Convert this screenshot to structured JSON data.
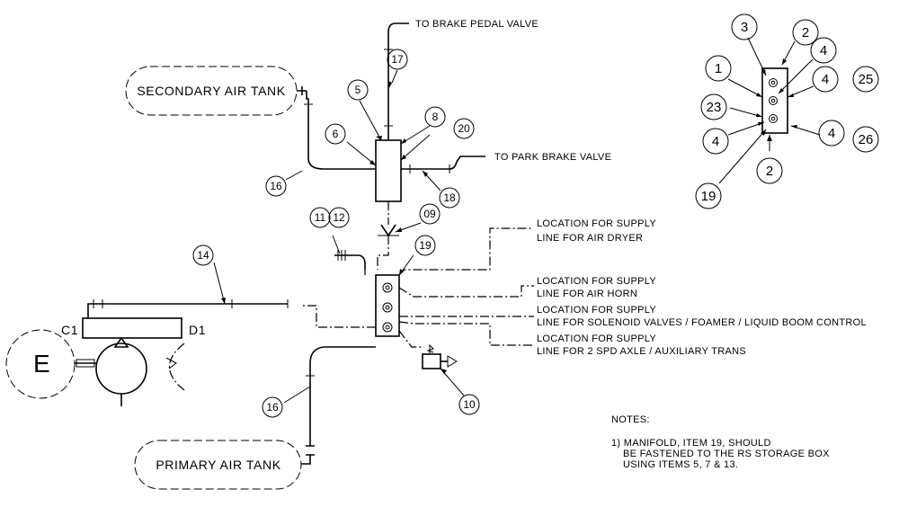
{
  "tanks": {
    "secondary": "SECONDARY AIR TANK",
    "primary": "PRIMARY AIR TANK"
  },
  "destinations": {
    "brake_pedal": "TO BRAKE PEDAL VALVE",
    "park_brake": "TO PARK BRAKE VALVE"
  },
  "supply_locations": [
    {
      "line1": "LOCATION FOR SUPPLY",
      "line2": "LINE FOR AIR DRYER"
    },
    {
      "line1": "LOCATION FOR SUPPLY",
      "line2": "LINE FOR AIR HORN"
    },
    {
      "line1": "LOCATION FOR SUPPLY",
      "line2": "LINE FOR SOLENOID VALVES / FOAMER / LIQUID BOOM CONTROL"
    },
    {
      "line1": "LOCATION FOR SUPPLY",
      "line2": "LINE FOR 2 SPD AXLE / AUXILIARY TRANS"
    }
  ],
  "components": {
    "compressor_left": "C1",
    "compressor_right": "D1",
    "engine": "E"
  },
  "callouts": {
    "n17": "17",
    "n5": "5",
    "n8": "8",
    "n20": "20",
    "n6": "6",
    "n16a": "16",
    "n18": "18",
    "n11": "11",
    "n12": "12",
    "n09": "09",
    "n19": "19",
    "n14": "14",
    "n10": "10",
    "n16b": "16"
  },
  "detail_callouts": {
    "d3": "3",
    "d2a": "2",
    "d4a": "4",
    "d1": "1",
    "d4b": "4",
    "d25": "25",
    "d23": "23",
    "d4c": "4",
    "d26": "26",
    "d4d": "4",
    "d2b": "2",
    "d19": "19"
  },
  "notes": {
    "heading": "NOTES:",
    "item1_line1": "1) MANIFOLD, ITEM 19, SHOULD",
    "item1_line2": "BE FASTENED TO THE RS STORAGE BOX",
    "item1_line3": "USING ITEMS 5, 7 & 13."
  }
}
